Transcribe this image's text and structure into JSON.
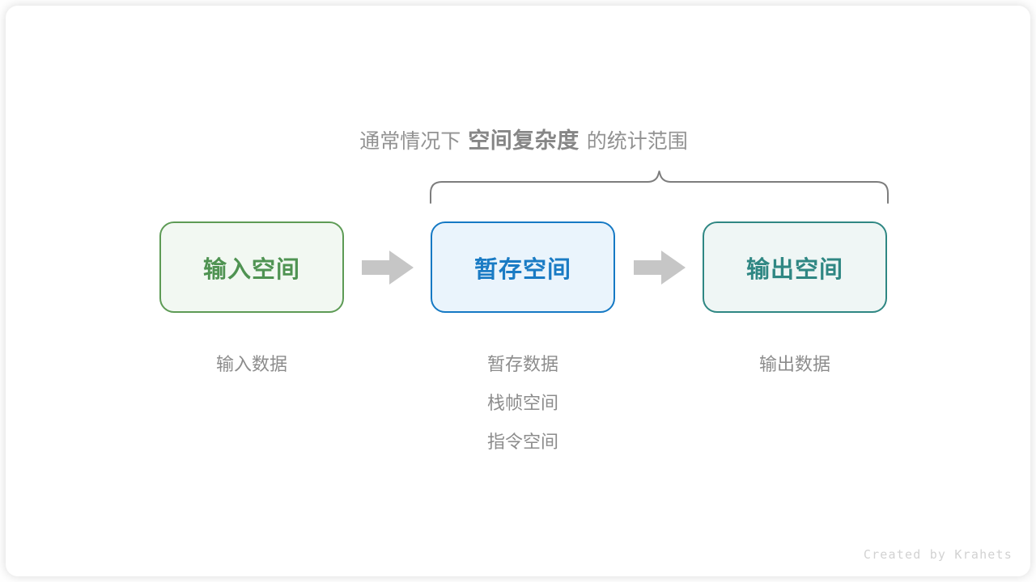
{
  "diagram": {
    "type": "flow",
    "caption": {
      "prefix": "通常情况下",
      "emphasis": "空间复杂度",
      "suffix": "的统计范围",
      "text_color": "#8f8f8f",
      "emphasis_color": "#868686"
    },
    "brace": {
      "name": "curly-brace",
      "color": "#7d7d7d",
      "spans_nodes": [
        "暂存空间",
        "输出空间"
      ]
    },
    "nodes": [
      {
        "id": "input",
        "title": "输入空间",
        "text_color": "#4f9352",
        "border_color": "#5d9b55",
        "fill_color": "#f2f8f2",
        "labels": [
          "输入数据"
        ]
      },
      {
        "id": "temp",
        "title": "暂存空间",
        "text_color": "#1a7bc4",
        "border_color": "#1579c4",
        "fill_color": "#eaf4fc",
        "labels": [
          "暂存数据",
          "栈帧空间",
          "指令空间"
        ]
      },
      {
        "id": "output",
        "title": "输出空间",
        "text_color": "#2f8783",
        "border_color": "#2f8783",
        "fill_color": "#eff6f5",
        "labels": [
          "输出数据"
        ]
      }
    ],
    "arrows": [
      {
        "id": "arrow-1",
        "from": "input",
        "to": "temp",
        "color": "#c6c6c6"
      },
      {
        "id": "arrow-2",
        "from": "temp",
        "to": "output",
        "color": "#c6c6c6"
      }
    ],
    "watermark": "Created by Krahets",
    "label_color": "#8c8c8c",
    "background": "#ffffff"
  }
}
